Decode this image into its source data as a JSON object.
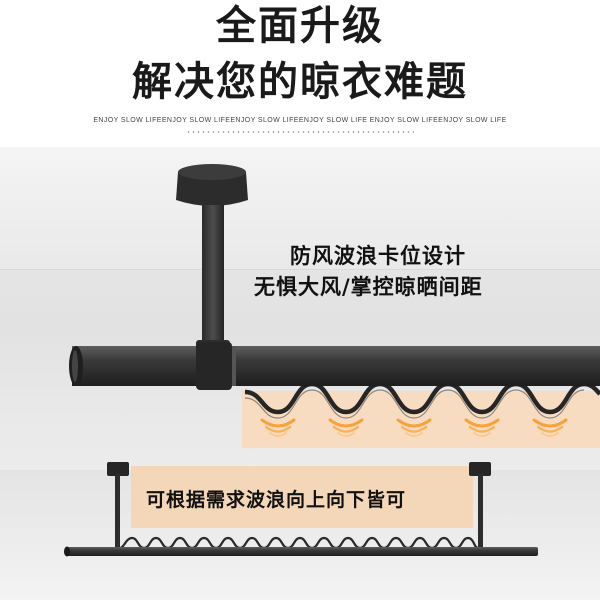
{
  "headline": {
    "line1": "全面升级",
    "line2": "解决您的晾衣难题",
    "tagline": "ENJOY SLOW LIFEENJOY SLOW LIFEENJOY SLOW LIFEENJOY SLOW LIFE ENJOY SLOW LIFEENJOY SLOW LIFE"
  },
  "callouts": {
    "feature_title": "防风波浪卡位设计",
    "feature_detail": "无惧大风/掌控晾晒间距",
    "install_note": "可根据需求波浪向上向下皆可"
  },
  "colors": {
    "rod": "#2b2b2b",
    "rod_highlight": "#5a5a5a",
    "glow": "#f7dcc2",
    "glow_arc": "#f2a03a"
  }
}
